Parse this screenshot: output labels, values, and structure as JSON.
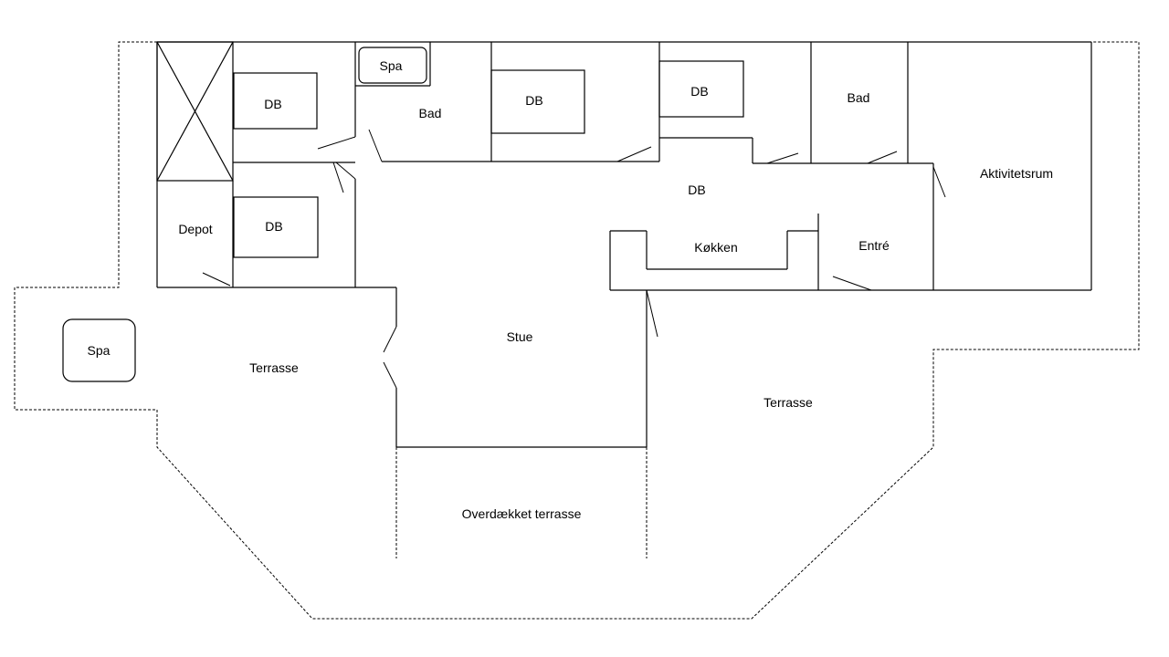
{
  "rooms": {
    "db_1": "DB",
    "spa_bath": "Spa",
    "bad_1": "Bad",
    "db_2": "DB",
    "db_3": "DB",
    "bad_2": "Bad",
    "aktivitetsrum": "Aktivitetsrum",
    "db_hall": "DB",
    "depot": "Depot",
    "db_4": "DB",
    "koekken": "Køkken",
    "entre": "Entré",
    "spa_outdoor": "Spa",
    "terrasse_west": "Terrasse",
    "stue": "Stue",
    "terrasse_east": "Terrasse",
    "overdaekket_terrasse": "Overdækket terrasse"
  }
}
